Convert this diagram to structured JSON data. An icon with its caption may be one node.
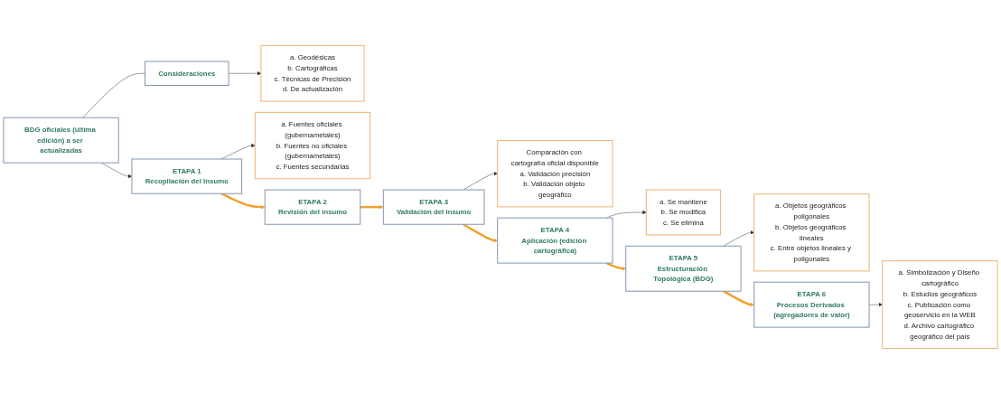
{
  "diagram": {
    "nodes": [
      {
        "text": [
          "BDG oficiales (última edición) a ser actualizadas"
        ]
      },
      {
        "text": [
          "Consideraciones"
        ]
      },
      {
        "text": [
          "a. Geodésicas",
          "b. Cartográficas",
          "c. Técnicas de Precisión",
          "d. De actualización"
        ]
      },
      {
        "text": [
          "ETAPA 1",
          "Recopilación del Insumo"
        ]
      },
      {
        "text": [
          "a. Fuentes oficiales (gubernametales)",
          "b. Fuentes no oficiales (gubernametales)",
          "c. Fuentes secundarias"
        ]
      },
      {
        "text": [
          "ETAPA 2",
          "Revisión del insumo"
        ]
      },
      {
        "text": [
          "ETAPA 3",
          "Validación del insumo"
        ]
      },
      {
        "text": [
          "Comparación con cartografía oficial disponible",
          "a. Validación precisión",
          "b. Validación objeto geográfico"
        ]
      },
      {
        "text": [
          "ETAPA 4",
          "Aplicación (edición cartográfica)"
        ]
      },
      {
        "text": [
          "a. Se mantiene",
          "b. Se modifica",
          "c. Se elimina"
        ]
      },
      {
        "text": [
          "ETAPA 5",
          "Estructuración Topológica (BDG)"
        ]
      },
      {
        "text": [
          "a. Objetos geográficos poligonales",
          "b. Objetos geográficos lineales",
          "c. Entre objetos lineales y poligonales"
        ]
      },
      {
        "text": [
          "ETAPA 6",
          "Procesos Derivados (agregadores de valor)"
        ]
      },
      {
        "text": [
          "a. Simbolización y Diseño cartográfico",
          "b. Estudios geográficos",
          "c. Publicación como geoservicio en la WEB",
          "d. Archivo cartográfico geográfico del país"
        ]
      }
    ],
    "edges": [
      {
        "from": 0,
        "to": 1,
        "arrow": "none"
      },
      {
        "from": 0,
        "to": 3,
        "arrow": "to"
      },
      {
        "from": 1,
        "to": 2,
        "arrow": "to"
      },
      {
        "from": 3,
        "to": 4,
        "arrow": "to"
      },
      {
        "from": 3,
        "to": 5,
        "arrow": "to",
        "style": "thick",
        "color": "#f0a030"
      },
      {
        "from": 5,
        "to": 6,
        "arrow": "to",
        "style": "thick",
        "color": "#f0a030"
      },
      {
        "from": 6,
        "to": 7,
        "arrow": "to"
      },
      {
        "from": 6,
        "to": 8,
        "arrow": "to",
        "style": "thick",
        "color": "#f0a030"
      },
      {
        "from": 8,
        "to": 9,
        "arrow": "to"
      },
      {
        "from": 8,
        "to": 10,
        "arrow": "to",
        "style": "thick",
        "color": "#f0a030"
      },
      {
        "from": 10,
        "to": 11,
        "arrow": "to"
      },
      {
        "from": 10,
        "to": 12,
        "arrow": "to",
        "style": "thick",
        "color": "#f0a030"
      },
      {
        "from": 12,
        "to": 13,
        "arrow": "to"
      }
    ]
  }
}
